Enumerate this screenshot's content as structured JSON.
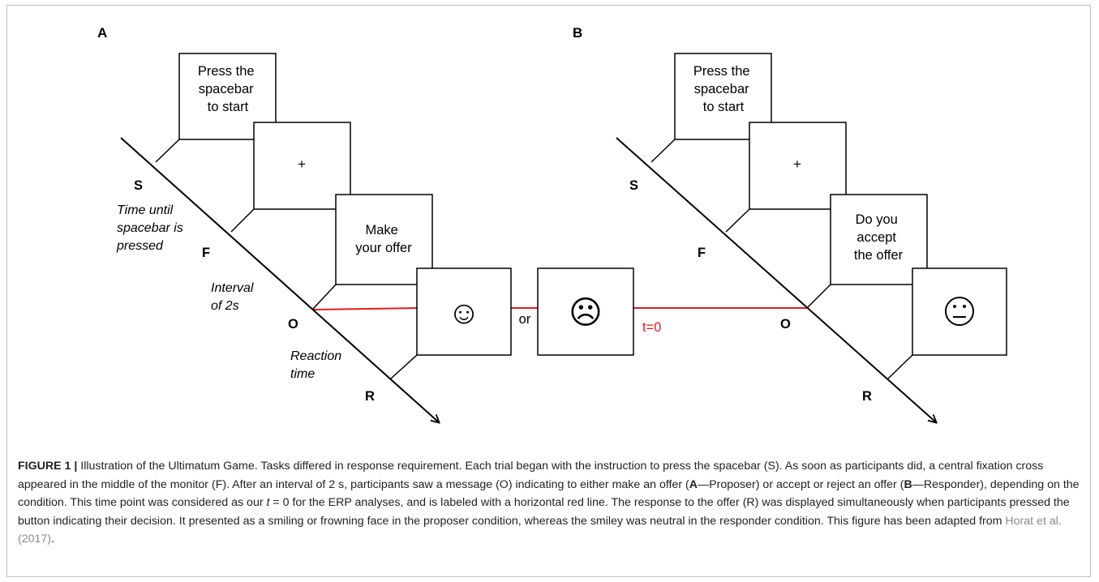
{
  "panels": {
    "a": {
      "letter": "A",
      "screen1": [
        "Press the",
        "spacebar",
        "to start"
      ],
      "screen2": "+",
      "screen3": [
        "Make",
        "your offer"
      ],
      "face_happy": "☺",
      "face_sad": "☹",
      "or_label": "or",
      "label_s": "S",
      "label_f": "F",
      "label_o": "O",
      "label_r": "R",
      "note_s": [
        "Time until",
        "spacebar is",
        "pressed"
      ],
      "note_f": [
        "Interval",
        "of 2s"
      ],
      "note_o": [
        "Reaction",
        "time"
      ]
    },
    "b": {
      "letter": "B",
      "screen1": [
        "Press the",
        "spacebar",
        "to start"
      ],
      "screen2": "+",
      "screen3": [
        "Do you",
        "accept",
        "the offer"
      ],
      "face_neutral": "😐",
      "label_s": "S",
      "label_f": "F",
      "label_o": "O",
      "label_r": "R"
    },
    "t0_label": "t=0"
  },
  "colors": {
    "line": "#000000",
    "red_line": "#e31b23",
    "caption_text": "#222222",
    "reference": "#8a8a8a"
  },
  "caption": {
    "figure_label": "FIGURE 1 |",
    "p1": " Illustration of the Ultimatum Game. Tasks differed in response requirement. Each trial began with the instruction to press the spacebar (S). As soon as participants did, a central fixation cross appeared in the middle of the monitor (F). After an interval of 2 s, participants saw a message (O) indicating to either make an offer (",
    "a": "A",
    "p2": "—Proposer) or accept or reject an offer (",
    "b": "B",
    "p3": "—Responder), depending on the condition. This time point was considered as our ",
    "t": "t",
    "p4": " = 0 for the ERP analyses, and is labeled with a horizontal red line. The response to the offer (R) was displayed simultaneously when participants pressed the button indicating their decision. It presented as a smiling or frowning face in the proposer condition, whereas the smiley was neutral in the responder condition. This figure has been adapted from ",
    "ref": "Horat et al. (2017)",
    "end": "."
  }
}
